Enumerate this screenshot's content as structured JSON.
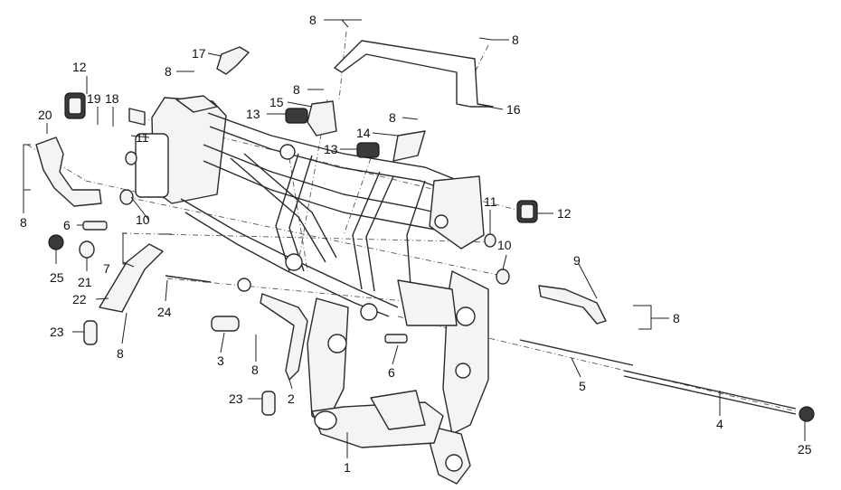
{
  "callouts": {
    "c1": "1",
    "c2": "2",
    "c3": "3",
    "c4": "4",
    "c5": "5",
    "c6a": "6",
    "c6b": "6",
    "c7": "7",
    "c8a": "8",
    "c8b": "8",
    "c8c": "8",
    "c8d": "8",
    "c8e": "8",
    "c8f": "8",
    "c8g": "8",
    "c8h": "8",
    "c8i": "8",
    "c9": "9",
    "c10a": "10",
    "c10b": "10",
    "c11a": "11",
    "c11b": "11",
    "c12a": "12",
    "c12b": "12",
    "c13a": "13",
    "c13b": "13",
    "c14": "14",
    "c15": "15",
    "c16": "16",
    "c17": "17",
    "c18": "18",
    "c19": "19",
    "c20": "20",
    "c21": "21",
    "c22": "22",
    "c23a": "23",
    "c23b": "23",
    "c24": "24",
    "c25a": "25",
    "c25b": "25"
  }
}
